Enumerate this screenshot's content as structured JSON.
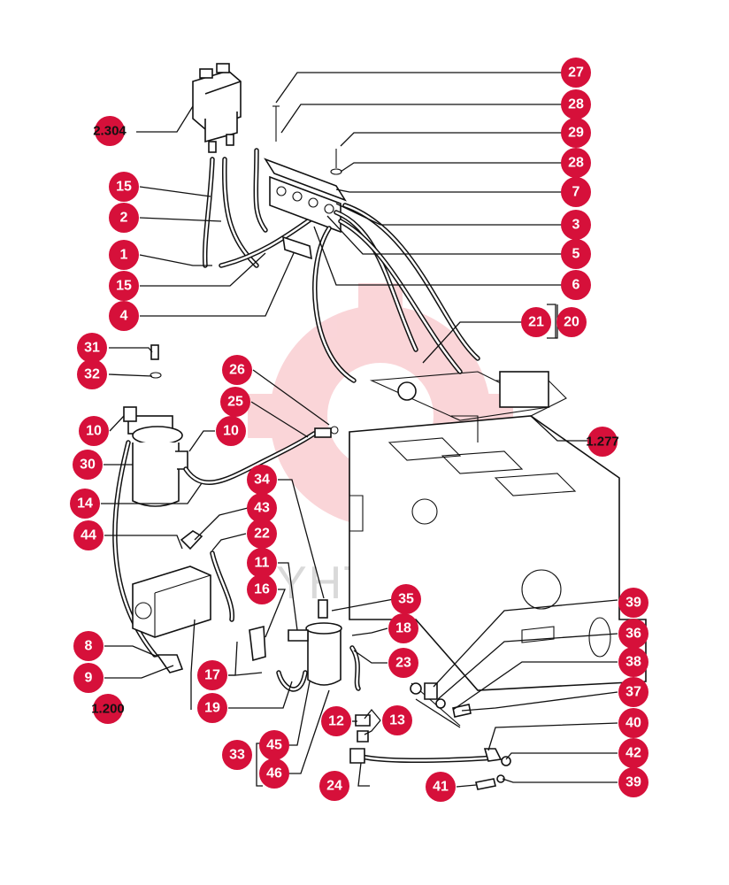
{
  "watermark": {
    "text": "YHTEX",
    "color": "#f3a6ad"
  },
  "colors": {
    "callout": "#d6103a",
    "callout_text": "#ffffff",
    "line": "#111111"
  },
  "callouts": [
    "27",
    "28",
    "29",
    "28",
    "7",
    "3",
    "5",
    "6",
    "20",
    "21",
    "15",
    "2",
    "1",
    "15",
    "4",
    "31",
    "32",
    "26",
    "25",
    "10",
    "10",
    "30",
    "14",
    "34",
    "43",
    "44",
    "22",
    "11",
    "16",
    "35",
    "39",
    "18",
    "36",
    "23",
    "38",
    "8",
    "9",
    "17",
    "19",
    "12",
    "13",
    "37",
    "40",
    "45",
    "46",
    "42",
    "33",
    "24",
    "41",
    "39"
  ],
  "refs": [
    "2.304",
    "1.277",
    "1.200"
  ]
}
